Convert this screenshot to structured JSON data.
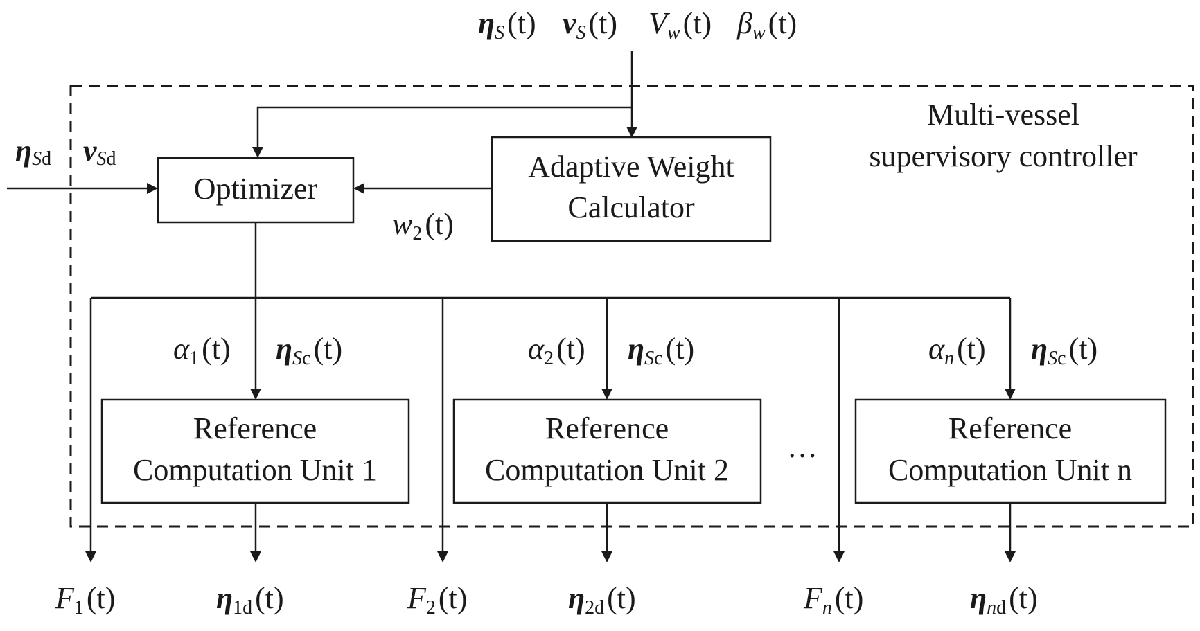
{
  "diagram": {
    "controller_label": [
      "Multi-vessel",
      "supervisory controller"
    ],
    "optimizer_label": "Optimizer",
    "weight_calc_label": [
      "Adaptive Weight",
      "Calculator"
    ],
    "units": [
      {
        "line1": "Reference",
        "line2": "Computation Unit 1"
      },
      {
        "line1": "Reference",
        "line2": "Computation Unit 2"
      },
      {
        "line1": "Reference",
        "line2": "Computation Unit n"
      }
    ],
    "ellipsis": "…"
  },
  "signals": {
    "top_inputs": {
      "eta_s": {
        "sym": "η",
        "sub": "S",
        "arg": "(t)"
      },
      "nu_s": {
        "sym": "v",
        "sub": "S",
        "arg": "(t)"
      },
      "v_w": {
        "sym": "V",
        "sub": "w",
        "arg": "(t)"
      },
      "beta_w": {
        "sym": "β",
        "sub": "w",
        "arg": "(t)"
      }
    },
    "left_inputs": {
      "eta_sd": {
        "sym": "η",
        "sub": "S",
        "subsub": "d"
      },
      "nu_sd": {
        "sym": "v",
        "sub": "S",
        "subsub": "d"
      }
    },
    "w2": {
      "sym": "w",
      "sub": "2",
      "arg": "(t)"
    },
    "alphas": [
      {
        "sym": "α",
        "sub": "1",
        "arg": "(t)"
      },
      {
        "sym": "α",
        "sub": "2",
        "arg": "(t)"
      },
      {
        "sym": "α",
        "sub": "n",
        "arg": "(t)"
      }
    ],
    "eta_sc": {
      "sym": "η",
      "sub": "S",
      "subsub": "c",
      "arg": "(t)"
    },
    "forces": [
      {
        "sym": "F",
        "sub": "1",
        "arg": "(t)"
      },
      {
        "sym": "F",
        "sub": "2",
        "arg": "(t)"
      },
      {
        "sym": "F",
        "sub": "n",
        "arg": "(t)"
      }
    ],
    "outputs": [
      {
        "sym": "η",
        "sub": "1",
        "subsub": "d",
        "arg": "(t)"
      },
      {
        "sym": "η",
        "sub": "2",
        "subsub": "d",
        "arg": "(t)"
      },
      {
        "sym": "η",
        "sub": "n",
        "subsub": "d",
        "arg": "(t)"
      }
    ]
  }
}
